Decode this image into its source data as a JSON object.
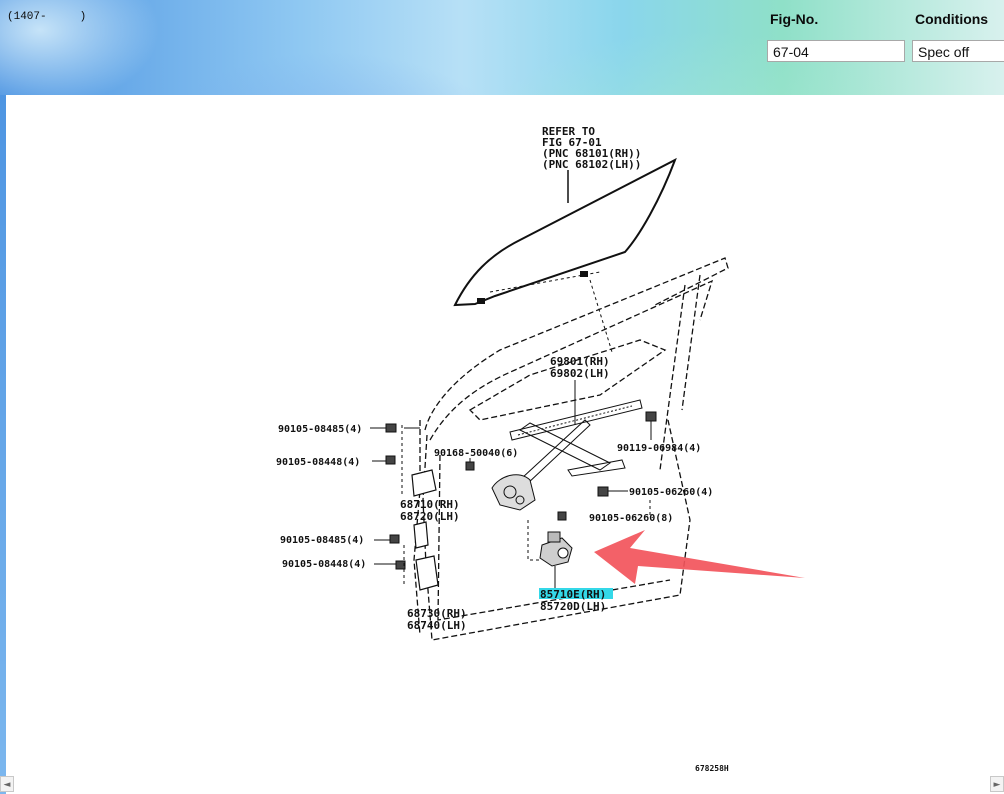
{
  "header": {
    "range": "(1407-     )",
    "fig_no_label": "Fig-No.",
    "fig_no_value": "67-04",
    "conditions_label": "Conditions",
    "conditions_value": "Spec off"
  },
  "diagram": {
    "refer_lines": [
      "REFER TO",
      "FIG 67-01",
      "(PNC 68101(RH))",
      "(PNC 68102(LH))"
    ],
    "labels": {
      "channel_rh": "69801(RH)",
      "channel_lh": "69802(LH)",
      "bolt_a": "90105-08485(4)",
      "bolt_b": "90105-08448(4)",
      "clip": "90168-50040(6)",
      "screw_a": "90119-06984(4)",
      "bolt_c": "90105-06260(4)",
      "bolt_d": "90105-06260(8)",
      "hinge_upper_rh": "68710(RH)",
      "hinge_upper_lh": "68720(LH)",
      "bolt_e": "90105-08485(4)",
      "bolt_f": "90105-08448(4)",
      "hinge_lower_rh": "68730(RH)",
      "hinge_lower_lh": "68740(LH)",
      "motor_rh": "85710E(RH)",
      "motor_lh": "85720D(LH)",
      "drawing_code": "678258H"
    },
    "highlighted_part": "85710E(RH)",
    "arrow_color": "#f2545b",
    "highlight_color": "#34d8e8"
  },
  "scrollbar": {
    "left_arrow": "◄",
    "right_arrow": "►"
  }
}
